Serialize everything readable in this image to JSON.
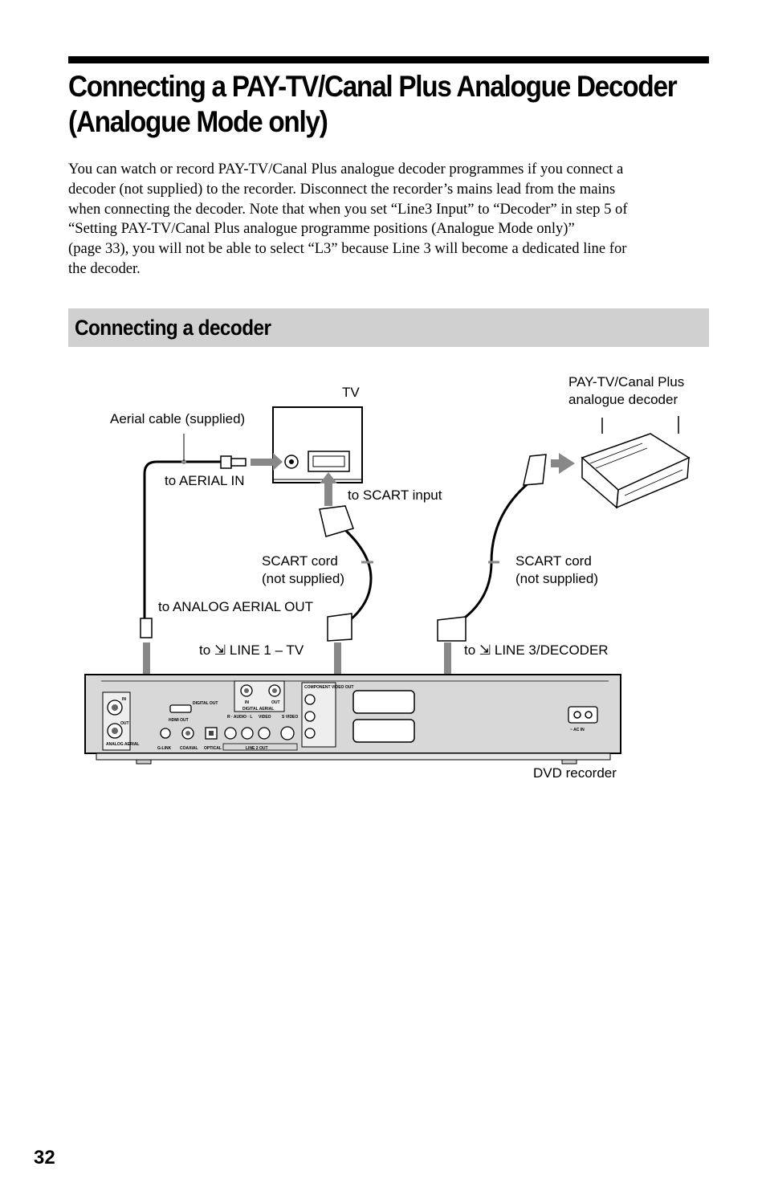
{
  "title": {
    "line1": "Connecting a PAY-TV/Canal Plus Analogue Decoder",
    "line2": "(Analogue Mode only)"
  },
  "intro": {
    "lines": [
      "You can watch or record PAY-TV/Canal Plus analogue decoder programmes if you connect a",
      "decoder (not supplied) to the recorder. Disconnect the recorder’s mains lead from the mains",
      "when connecting the decoder. Note that when you set “Line3 Input” to “Decoder” in step 5 of",
      "“Setting PAY-TV/Canal Plus analogue programme positions (Analogue Mode only)”",
      "(page 33), you will not be able to select “L3” because Line 3 will become a dedicated line for",
      "the decoder."
    ]
  },
  "section": {
    "title": "Connecting a decoder"
  },
  "diagram": {
    "tv": "TV",
    "decoder": [
      "PAY-TV/Canal Plus",
      "analogue decoder"
    ],
    "aerial_cable": "Aerial cable (supplied)",
    "to_aerial_in": "to AERIAL IN",
    "to_scart_input": "to SCART input",
    "scart_cord_left": [
      "SCART cord",
      "(not supplied)"
    ],
    "scart_cord_right": [
      "SCART cord",
      "(not supplied)"
    ],
    "to_analog_aerial_out": "to ANALOG AERIAL OUT",
    "to_line1": "to ⇲ LINE 1 – TV",
    "to_line3": "to ⇲ LINE 3/DECODER",
    "dvd_recorder": "DVD recorder",
    "panel": {
      "in": "IN",
      "out": "OUT",
      "analog_aerial": "ANALOG AERIAL",
      "g_link": "G-LINK",
      "hdmi_out": "HDMI OUT",
      "digital_out": "DIGITAL OUT",
      "coaxial": "COAXIAL",
      "optical": "OPTICAL",
      "digital_aerial": "DIGITAL AERIAL",
      "audio": "R · AUDIO · L",
      "video": "VIDEO",
      "s_video": "S VIDEO",
      "line2_out": "LINE 2 OUT",
      "component": "COMPONENT VIDEO OUT",
      "ac_in": "~ AC IN"
    }
  },
  "page_number": "32"
}
